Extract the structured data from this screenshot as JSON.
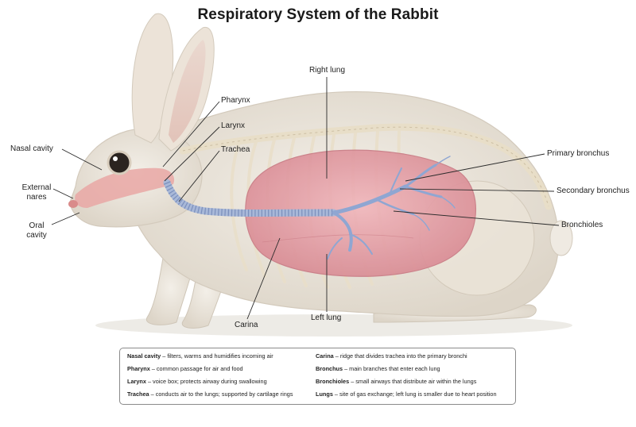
{
  "title": "Respiratory System of the Rabbit",
  "labels": {
    "right_lung": "Right lung",
    "pharynx": "Pharynx",
    "larynx": "Larynx",
    "trachea": "Trachea",
    "nasal_cavity": "Nasal cavity",
    "external_nares_1": "External",
    "external_nares_2": "nares",
    "oral_cavity_1": "Oral",
    "oral_cavity_2": "cavity",
    "primary_bronchus": "Primary bronchus",
    "secondary_bronchus": "Secondary bronchus",
    "bronchioles": "Bronchioles",
    "carina": "Carina",
    "left_lung": "Left lung"
  },
  "legend": {
    "left": [
      {
        "term": "Nasal cavity",
        "desc": " – filters, warms and humidifies incoming air"
      },
      {
        "term": "Pharynx",
        "desc": " – common passage for air and food"
      },
      {
        "term": "Larynx",
        "desc": " – voice box; protects airway during swallowing"
      },
      {
        "term": "Trachea",
        "desc": " – conducts air to the lungs; supported by cartilage rings"
      }
    ],
    "right": [
      {
        "term": "Carina",
        "desc": " – ridge that divides trachea into the primary bronchi"
      },
      {
        "term": "Bronchus",
        "desc": " – main branches that enter each lung"
      },
      {
        "term": "Bronchioles",
        "desc": " – small airways that distribute air within the lungs"
      },
      {
        "term": "Lungs",
        "desc": " – site of gas exchange; left lung is smaller due to heart position"
      }
    ]
  },
  "colors": {
    "body": "#ece6dc",
    "bone": "#f2ead8",
    "lung": "#e7a3aa",
    "airway": "#e9a7a4",
    "trachea": "#a8b8d8",
    "bronchi": "#8fa6d2",
    "leader": "#2a2a2a"
  }
}
